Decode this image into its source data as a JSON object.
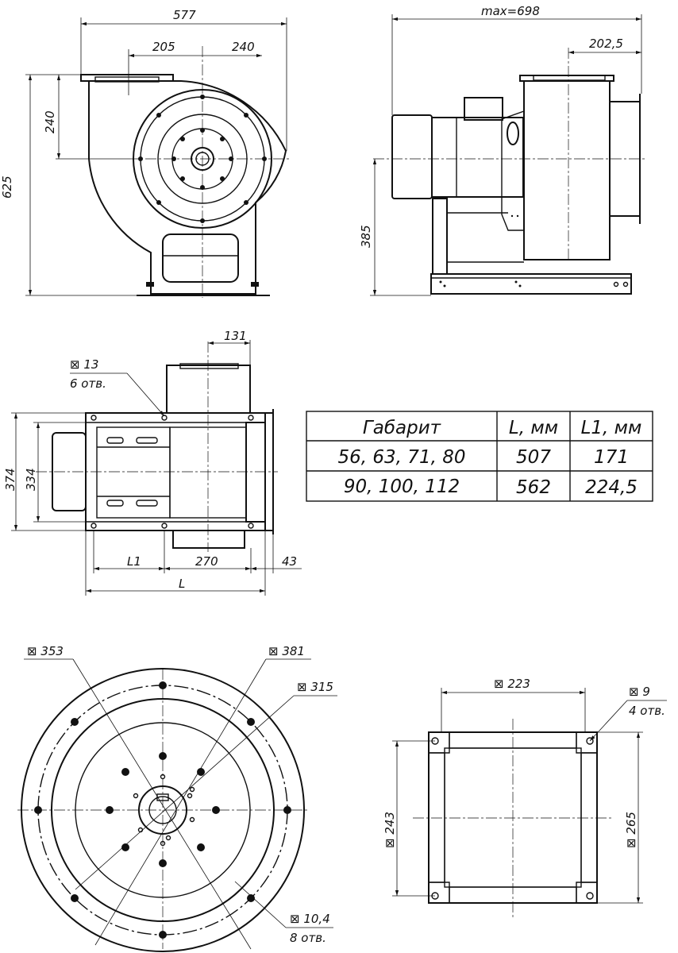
{
  "dimensions": {
    "front": {
      "width": "577",
      "half_flange": "205",
      "offset": "240",
      "height": "625",
      "axis_height": "240"
    },
    "side": {
      "max_length": "max=698",
      "outlet_offset": "202,5",
      "axis_height": "385"
    },
    "top": {
      "outlet": "131",
      "holes_size": "⊠ 13",
      "holes_count": "6 отв.",
      "width_outer": "374",
      "width_inner": "334",
      "l1": "L1",
      "mid": "270",
      "end": "43",
      "l": "L"
    },
    "flange": {
      "d1": "⊠ 353",
      "d2": "⊠ 381",
      "d3": "⊠ 315",
      "holes_size": "⊠ 10,4",
      "holes_count": "8 отв."
    },
    "outlet_view": {
      "width": "⊠ 223",
      "height_inner": "⊠ 243",
      "height_outer": "⊠ 265",
      "holes_size": "⊠ 9",
      "holes_count": "4 отв."
    }
  },
  "table": {
    "headers": [
      "Габарит",
      "L, мм",
      "L1, мм"
    ],
    "rows": [
      [
        "56, 63, 71, 80",
        "507",
        "171"
      ],
      [
        "90, 100, 112",
        "562",
        "224,5"
      ]
    ]
  }
}
